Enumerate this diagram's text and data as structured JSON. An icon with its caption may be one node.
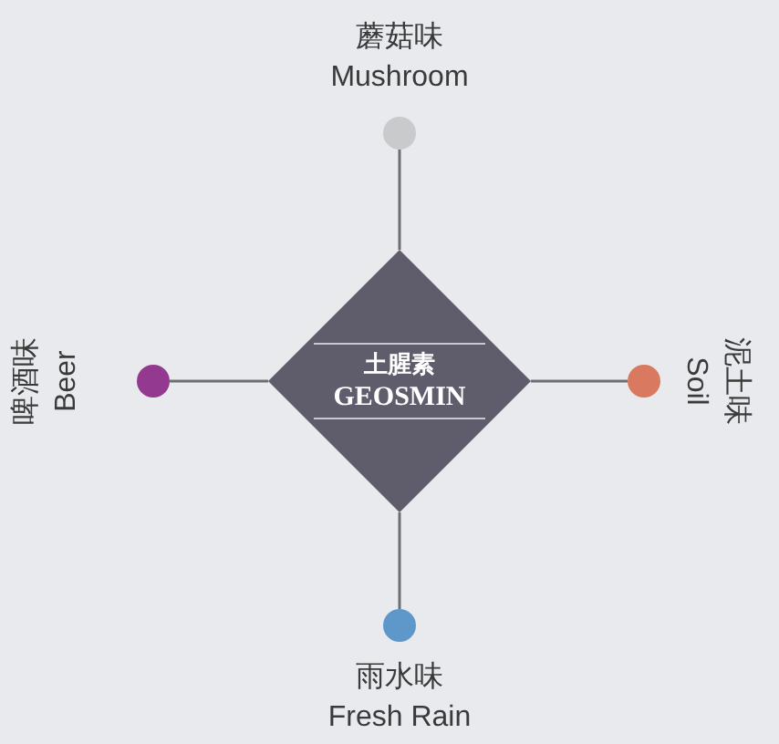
{
  "diagram": {
    "nodes": [
      {
        "text": [
          "土腥素",
          "GEOSMIN"
        ]
      },
      {
        "text": [],
        "shape": "circle",
        "beside": [
          "蘑菇味",
          "Mushroom"
        ]
      },
      {
        "text": [],
        "shape": "circle",
        "beside": [
          "啤酒味",
          "Beer"
        ]
      },
      {
        "text": [],
        "shape": "circle",
        "beside": [
          "泥土味",
          "Soil"
        ]
      },
      {
        "text": [],
        "shape": "circle",
        "beside": [
          "雨水味",
          "Fresh Rain"
        ]
      }
    ],
    "edges": [
      {
        "from": 0,
        "to": 1,
        "arrow": "none"
      },
      {
        "from": 0,
        "to": 2,
        "arrow": "none"
      },
      {
        "from": 0,
        "to": 3,
        "arrow": "none"
      },
      {
        "from": 0,
        "to": 4,
        "arrow": "none"
      }
    ]
  }
}
